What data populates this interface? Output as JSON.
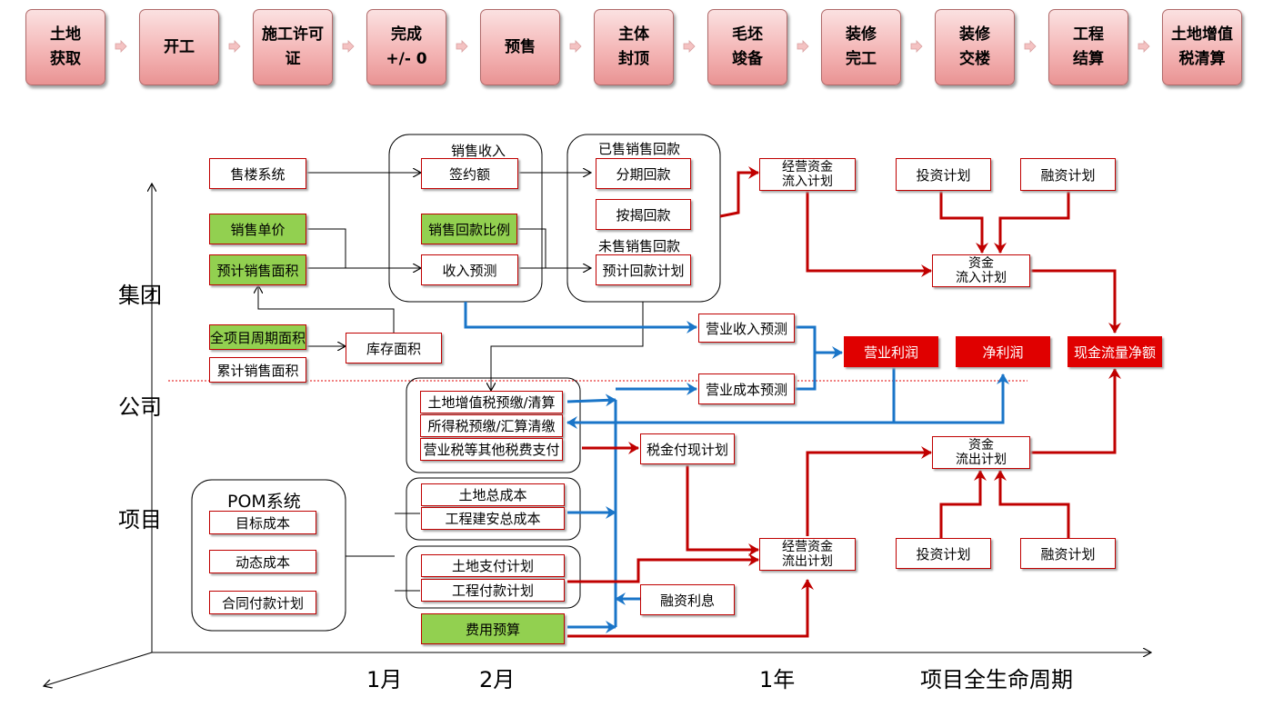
{
  "process_steps": [
    [
      "土地",
      "获取"
    ],
    [
      "开工"
    ],
    [
      "施工许可",
      "证"
    ],
    [
      "完成",
      "+/- 0"
    ],
    [
      "预售"
    ],
    [
      "主体",
      "封顶"
    ],
    [
      "毛坯",
      "竣备"
    ],
    [
      "装修",
      "完工"
    ],
    [
      "装修",
      "交楼"
    ],
    [
      "工程",
      "结算"
    ],
    [
      "土地增值",
      "税清算"
    ]
  ],
  "levels": {
    "group": "集团",
    "company": "公司",
    "project": "项目"
  },
  "timeline": {
    "m1": "1月",
    "m2": "2月",
    "y1": "1年",
    "life": "项目全生命周期"
  },
  "groups": {
    "sales_income": "销售收入",
    "sold_collection": "已售销售回款",
    "unsold_collection": "未售销售回款",
    "pom": "POM系统"
  },
  "boxes": {
    "sales_system": "售楼系统",
    "unit_price": "销售单价",
    "plan_area": "预计销售面积",
    "total_area": "全项目周期面积",
    "cum_area": "累计销售面积",
    "inventory": "库存面积",
    "contract_amt": "签约额",
    "collect_ratio": "销售回款比例",
    "income_forecast": "收入预测",
    "installment": "分期回款",
    "mortgage": "按揭回款",
    "plan_collect": "预计回款计划",
    "op_inflow": [
      "经营资金",
      "流入计划"
    ],
    "invest_top": "投资计划",
    "finance_top": "融资计划",
    "fund_inflow": [
      "资金",
      "流入计划"
    ],
    "rev_forecast": "营业收入预测",
    "cost_forecast": "营业成本预测",
    "op_profit": "营业利润",
    "net_profit": "净利润",
    "net_cash": "现金流量净额",
    "land_vat": "土地增值税预缴/清算",
    "income_tax": "所得税预缴/汇算清缴",
    "other_tax": "营业税等其他税费支付",
    "tax_pay": "税金付现计划",
    "fund_outflow": [
      "资金",
      "流出计划"
    ],
    "target_cost": "目标成本",
    "dynamic_cost": "动态成本",
    "contract_pay": "合同付款计划",
    "land_total": "土地总成本",
    "build_total": "工程建安总成本",
    "land_pay": "土地支付计划",
    "build_pay": "工程付款计划",
    "fin_interest": "融资利息",
    "expense_budget": "费用预算",
    "op_outflow": [
      "经营资金",
      "流出计划"
    ],
    "invest_bottom": "投资计划",
    "finance_bottom": "融资计划"
  },
  "colors": {
    "red": "#c00000",
    "blue": "#1a75c8",
    "green": "#92d050",
    "fill_red": "#e00000"
  }
}
